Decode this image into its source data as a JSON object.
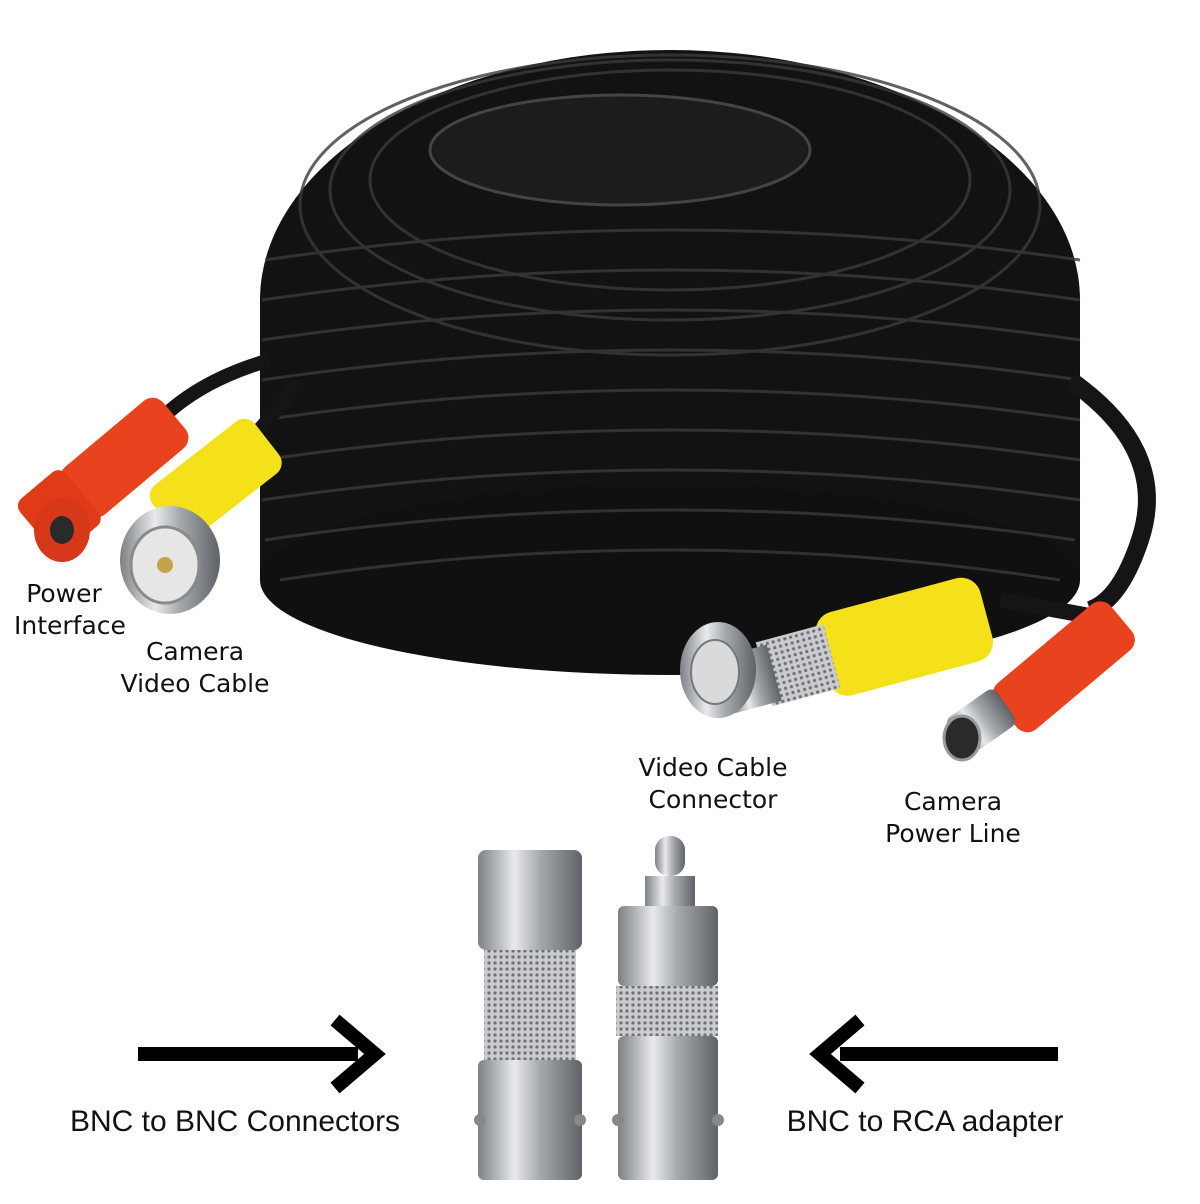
{
  "image": {
    "description": "Product photo of a coiled black CCTV power/video siamese cable with connectors and adapters",
    "background_color": "#ffffff",
    "cable_color": "#141414",
    "power_connector_color": "#e8421f",
    "video_connector_color": "#f4e11a",
    "metal_color": "#b8bcc0"
  },
  "labels": {
    "power_interface": [
      "Power",
      "Interface"
    ],
    "camera_video_cable": [
      "Camera",
      "Video Cable"
    ],
    "video_cable_connector": [
      "Video Cable",
      "Connector"
    ],
    "camera_power_line": [
      "Camera",
      "Power Line"
    ],
    "bnc_to_bnc": "BNC to BNC Connectors",
    "bnc_to_rca": "BNC to RCA adapter"
  },
  "arrows": [
    {
      "name": "right-arrow",
      "direction": "right",
      "points_to": "BNC to BNC Connectors"
    },
    {
      "name": "left-arrow",
      "direction": "left",
      "points_to": "BNC to RCA adapter"
    }
  ]
}
